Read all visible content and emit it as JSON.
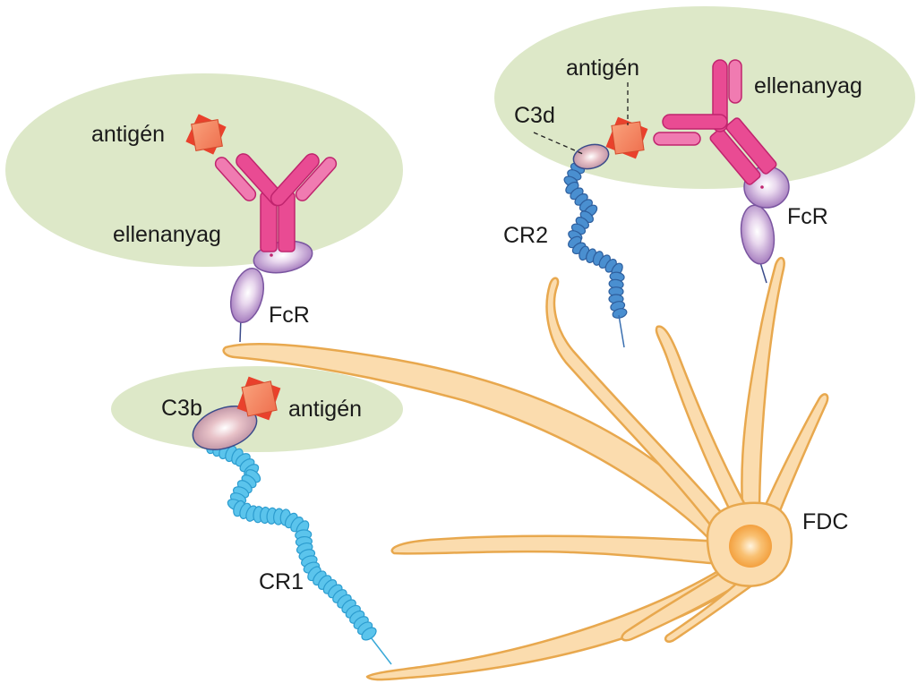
{
  "labels": {
    "antigen_top_left": "antigén",
    "antibody_top_left": "ellenanyag",
    "fcr_left": "FcR",
    "c3b": "C3b",
    "antigen_middle": "antigén",
    "cr1": "CR1",
    "antigen_top_right": "antigén",
    "c3d": "C3d",
    "antibody_top_right": "ellenanyag",
    "cr2": "CR2",
    "fcr_right": "FcR",
    "fdc": "FDC"
  },
  "colors": {
    "halo": "#dde8c8",
    "cell": "#fbdcae",
    "cell_outline": "#e8a84e",
    "nucleus": "#f5a541",
    "antibody": "#e94b93",
    "antibody_light": "#f7a8cf",
    "antigen": "#f48b67",
    "antigen_dark": "#e9412c",
    "receptor": "#b48cc8",
    "cr1_bead": "#5bc4ec",
    "cr2_bead": "#4a8fd0"
  }
}
